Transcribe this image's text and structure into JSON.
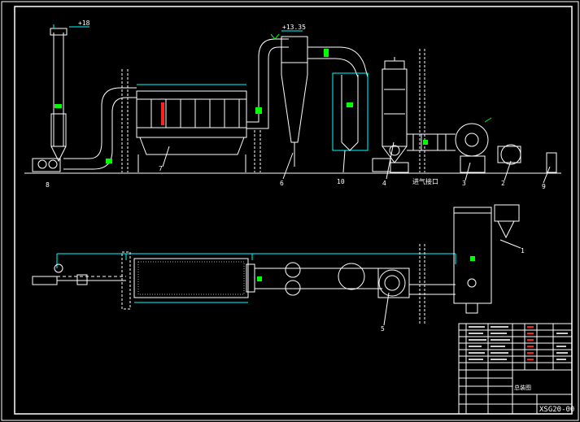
{
  "drawing": {
    "title_block": {
      "drawing_number": "XSG20-00",
      "title": "总装图"
    },
    "elevation_marks": [
      {
        "id": "stack_top",
        "text": "+18"
      },
      {
        "id": "cyclone_top",
        "text": "+13.35"
      }
    ],
    "labels": [
      {
        "id": "inlet_label",
        "text": "进气接口"
      }
    ],
    "callouts": [
      {
        "id": "c8",
        "text": "8"
      },
      {
        "id": "c7",
        "text": "7"
      },
      {
        "id": "c6",
        "text": "6"
      },
      {
        "id": "c10",
        "text": "10"
      },
      {
        "id": "c4",
        "text": "4"
      },
      {
        "id": "c3",
        "text": "3"
      },
      {
        "id": "c2",
        "text": "2"
      },
      {
        "id": "c9",
        "text": "9"
      },
      {
        "id": "c1",
        "text": "1"
      },
      {
        "id": "c5",
        "text": "5"
      }
    ],
    "colors": {
      "background": "#000000",
      "line_white": "#ffffff",
      "dimension_cyan": "#00ffff",
      "marker_green": "#00ff00",
      "accent_red": "#ff2020",
      "yellow": "#ffff00"
    }
  }
}
